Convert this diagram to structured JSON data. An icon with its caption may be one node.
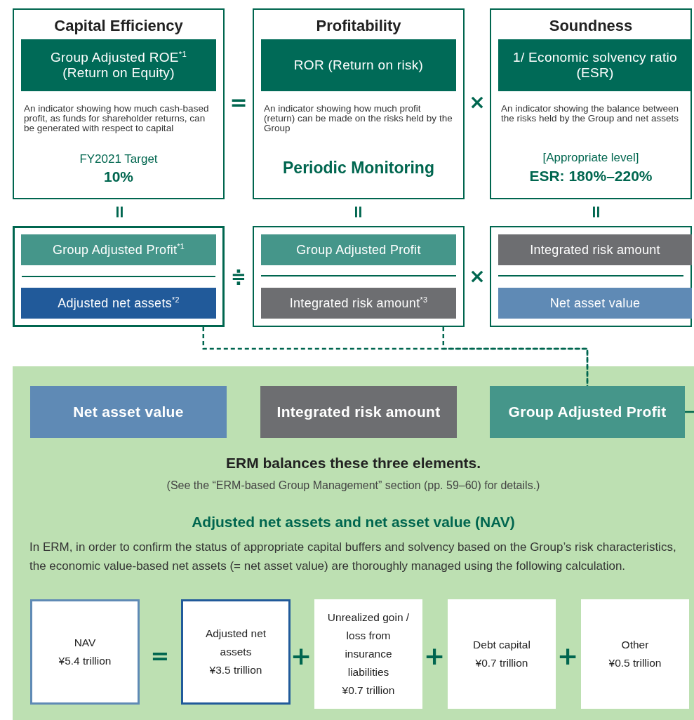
{
  "diagram": {
    "nodes": [
      {
        "text": [
          "Capital Efficiency",
          "An indicator showing how much cash-based profit, as funds for shareholder returns, can be generated with respect to capital",
          "FY2021 Target",
          "10%"
        ]
      },
      {
        "text": [
          "Group Adjusted ROE$^{*1}$ (Return on Equity)"
        ],
        "in": 0
      },
      {
        "text": [
          "Profitability",
          "An indicator showing how much profit (return) can be made on the risks held by the Group",
          "Periodic Monitoring"
        ]
      },
      {
        "text": [
          "ROR (Return on risk)"
        ],
        "in": 2
      },
      {
        "text": [
          "Soundness",
          "An indicator showing the balance between the risks held by the Group and net assets",
          "[Appropriate level]",
          "ESR: 180%–220%"
        ]
      },
      {
        "text": [
          "1/ Economic solvency ratio (ESR)"
        ],
        "in": 4
      },
      {
        "text": [],
        "shape": "box"
      },
      {
        "text": [
          "Group Adjusted Profit$^{*1}$"
        ],
        "in": 6
      },
      {
        "text": [
          "Adjusted net assets$^{*2}$"
        ],
        "in": 6
      },
      {
        "text": [],
        "shape": "box"
      },
      {
        "text": [
          "Group Adjusted Profit"
        ],
        "in": 9
      },
      {
        "text": [
          "Integrated risk amount$^{*3}$"
        ],
        "in": 9
      },
      {
        "text": [],
        "shape": "box"
      },
      {
        "text": [
          "Integrated risk amount"
        ],
        "in": 12
      },
      {
        "text": [
          "Net asset value"
        ],
        "in": 12
      },
      {
        "text": [
          "ERM balances these three elements.",
          "(See the “ERM-based Group Management” section (pp. 59–60) for details.)",
          "Adjusted net assets and net asset value (NAV)",
          "In ERM, in order to confirm the status of appropriate capital buffers and solvency based on the Group’s risk characteristics, the economic value-based net assets (= net asset value) are thoroughly managed using the following calculation."
        ]
      },
      {
        "text": [
          "Net asset value"
        ],
        "in": 15
      },
      {
        "text": [
          "Integrated risk amount"
        ],
        "in": 15
      },
      {
        "text": [
          "Group Adjusted Profit"
        ],
        "in": 15
      },
      {
        "text": [
          "NAV",
          "¥5.4 trillion"
        ],
        "in": 15
      },
      {
        "text": [
          "Adjusted net assets",
          "¥3.5 trillion"
        ],
        "in": 15
      },
      {
        "text": [
          "Unrealized goin / loss from insurance liabilities",
          "¥0.7 trillion"
        ],
        "in": 15
      },
      {
        "text": [
          "Debt capital",
          "¥0.7 trillion"
        ],
        "in": 15
      },
      {
        "text": [
          "Other",
          "¥0.5 trillion"
        ],
        "in": 15
      }
    ],
    "edges": [
      {
        "from": 6,
        "to": 18,
        "arrow": "none",
        "style": "dashed"
      },
      {
        "from": 9,
        "to": 18,
        "arrow": "none",
        "style": "dashed"
      },
      {
        "from": 18,
        "to": null,
        "arrow": "none"
      }
    ],
    "labels": [
      "=",
      "×",
      "=",
      "=",
      "=",
      "≑",
      "×",
      "=",
      "+",
      "+",
      "+"
    ]
  }
}
